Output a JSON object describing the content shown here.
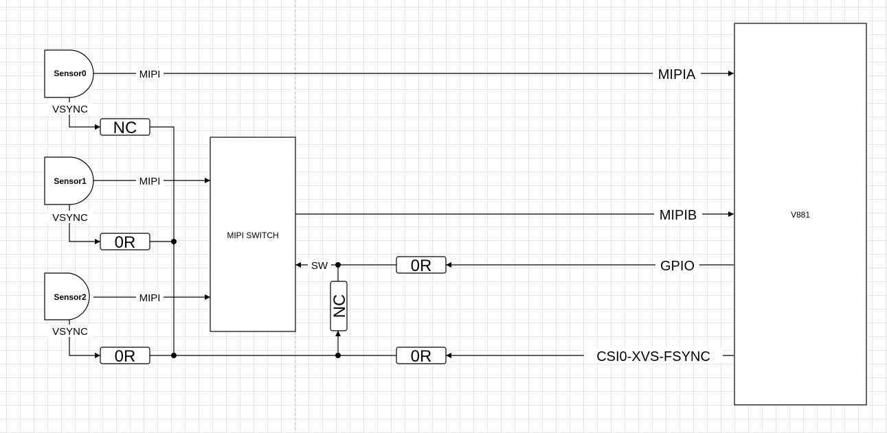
{
  "sensors": [
    {
      "name": "Sensor0",
      "signal": "MIPI",
      "sync": "VSYNC",
      "resistor": "NC"
    },
    {
      "name": "Sensor1",
      "signal": "MIPI",
      "sync": "VSYNC",
      "resistor": "0R"
    },
    {
      "name": "Sensor2",
      "signal": "MIPI",
      "sync": "VSYNC",
      "resistor": "0R"
    }
  ],
  "mipi_switch": {
    "label": "MIPI SWITCH",
    "sw_label": "SW"
  },
  "v881": {
    "label": "V881",
    "ports": {
      "mipia": "MIPIA",
      "mipib": "MIPIB",
      "gpio": "GPIO",
      "fsync": "CSI0-XVS-FSYNC"
    }
  },
  "resistors": {
    "gpio_series": "0R",
    "sw_to_fsync": "NC",
    "fsync_series": "0R"
  }
}
